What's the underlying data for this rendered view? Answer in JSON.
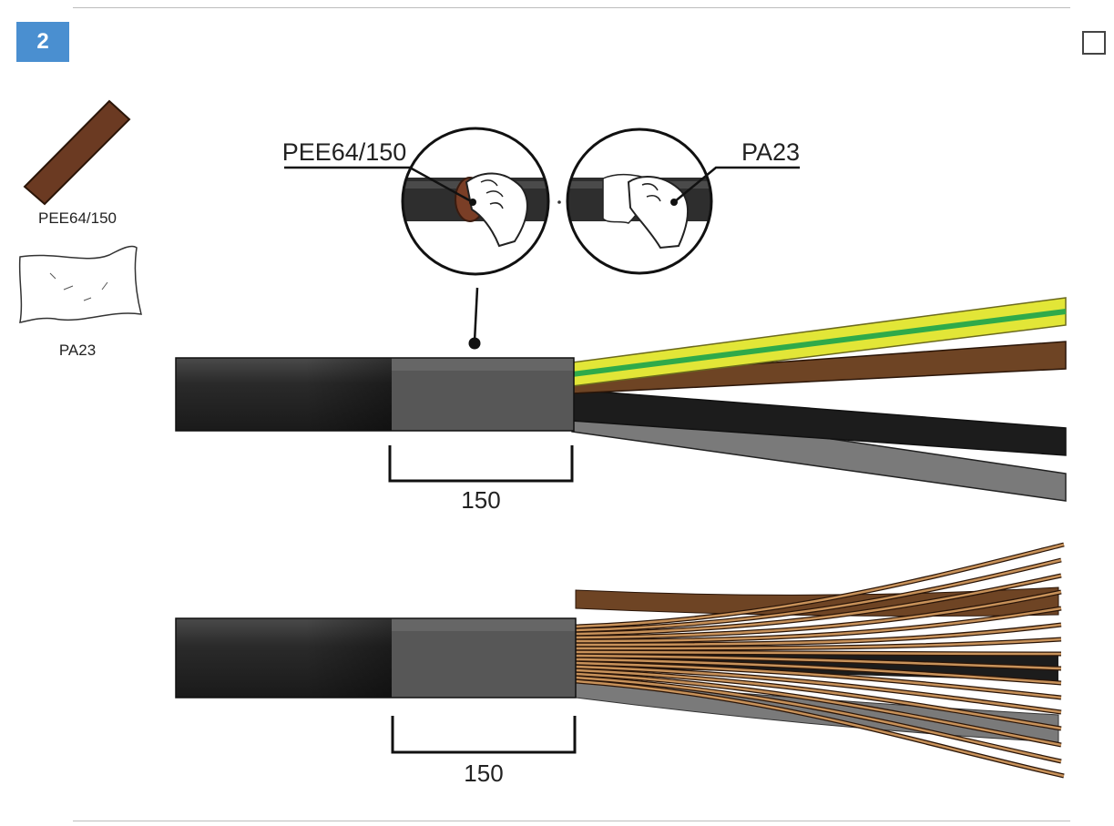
{
  "step": {
    "number": "2"
  },
  "materials": [
    {
      "code": "PEE64/150",
      "icon": "tape-roll-icon",
      "color": "#6b3a22"
    },
    {
      "code": "PA23",
      "icon": "cleaning-tissue-icon"
    }
  ],
  "callouts": {
    "left_label": "PEE64/150",
    "right_label": "PA23"
  },
  "dimensions": {
    "top_length": "150",
    "bottom_length": "150"
  },
  "colors": {
    "accent": "#4a8fd0",
    "jacket": "#2b2b2b",
    "jacket_zone": "#555555",
    "earth_yellow": "#e2e637",
    "earth_green": "#2faa4a",
    "brown": "#6e4424",
    "black": "#1c1c1c",
    "grey": "#7a7a7a",
    "copper": "#b07a45"
  }
}
